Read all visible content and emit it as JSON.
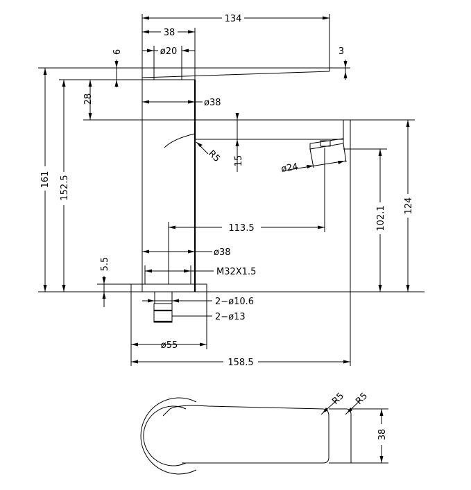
{
  "labels": {
    "d134": "134",
    "d38_top": "38",
    "d6": "6",
    "d_phi20": "ø20",
    "d3": "3",
    "d161": "161",
    "d152_5": "152.5",
    "d28": "28",
    "d_phi38_a": "ø38",
    "d15": "15",
    "d_r5_spout": "R5",
    "d_phi24": "ø24",
    "d124": "124",
    "d102_1": "102.1",
    "d113_5": "113.5",
    "d_phi38_b": "ø38",
    "d5_5": "5.5",
    "d_m32": "M32X1.5",
    "d_2phi10_6": "2−ø10.6",
    "d_2phi13": "2−ø13",
    "d_phi55": "ø55",
    "d158_5": "158.5",
    "d_r5_a": "R5",
    "d_r5_b": "R5",
    "d38_plan": "38"
  }
}
